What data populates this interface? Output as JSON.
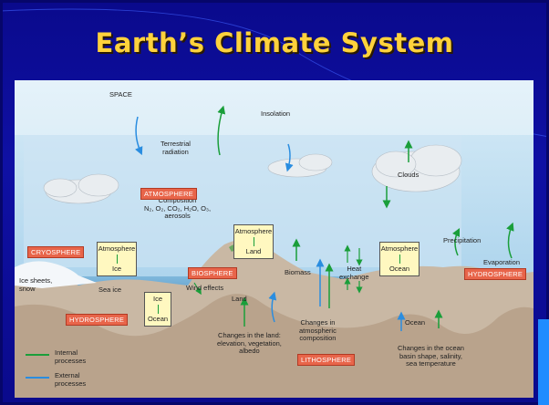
{
  "slide": {
    "title": "Earth’s Climate System"
  },
  "diagram": {
    "labels": {
      "space": "SPACE",
      "insolation": "Insolation",
      "terrestrial_radiation": "Terrestrial\nradiation",
      "clouds": "Clouds",
      "composition": "Composition\nN₂, O₂, CO₂, H₂O, O₃,\naerosols",
      "precipitation": "Precipitation",
      "evaporation": "Evaporation",
      "ice_sheets_snow": "Ice sheets,\nsnow",
      "sea_ice": "Sea ice",
      "wind_effects": "Wind effects",
      "biomass": "Biomass",
      "heat_exchange": "Heat\nexchange",
      "land": "Land",
      "changes_composition": "Changes in\natmospheric\ncomposition",
      "ocean": "Ocean",
      "changes_land": "Changes in the land:\nelevation, vegetation,\nalbedo",
      "changes_ocean": "Changes in the ocean\nbasin shape, salinity,\nsea temperature"
    },
    "spheres": {
      "atmosphere": "ATMOSPHERE",
      "cryosphere": "CRYOSPHERE",
      "biosphere": "BIOSPHERE",
      "hydrosphere_left": "HYDROSPHERE",
      "hydrosphere_right": "HYDROSPHERE",
      "lithosphere": "LITHOSPHERE"
    },
    "interaction_boxes": [
      {
        "top": "Atmosphere",
        "bottom": "Ice"
      },
      {
        "top": "Atmosphere",
        "bottom": "Land"
      },
      {
        "top": "Atmosphere",
        "bottom": "Ocean"
      },
      {
        "top": "Ice",
        "bottom": "Ocean"
      }
    ],
    "legend": {
      "internal": "Internal\nprocesses",
      "external": "External\nprocesses",
      "internal_color": "#1a9e3a",
      "external_color": "#2a8de0"
    }
  }
}
